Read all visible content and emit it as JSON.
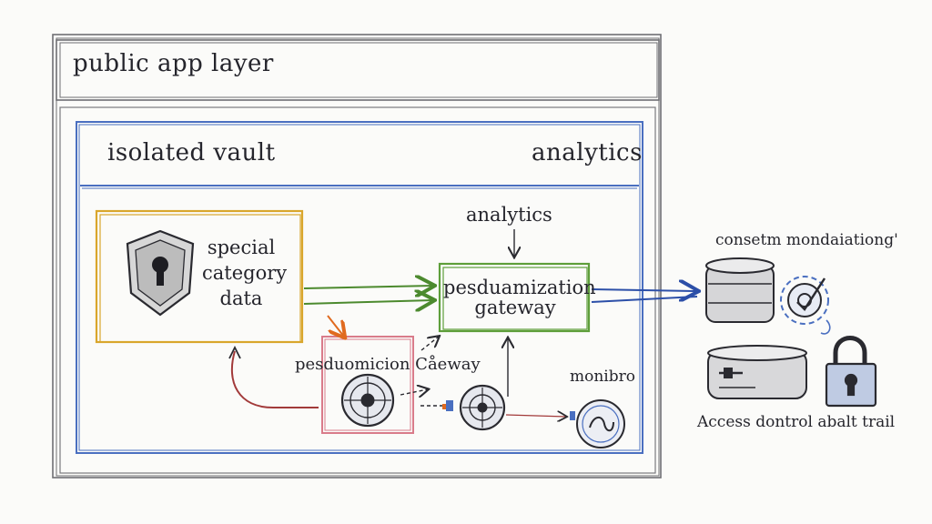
{
  "layers": {
    "public_app_layer": "public app layer",
    "isolated_vault": "isolated vault",
    "analytics_header": "analytics"
  },
  "nodes": {
    "special_category_data": [
      "special",
      "category",
      "data"
    ],
    "analytics_label": "analytics",
    "pseudonymization_gateway": [
      "pesduamization",
      "gateway"
    ],
    "pseudonymization_gateway_lower": "pesduomicion Cåeway",
    "monitor": "monibro",
    "consent_management": "consetm mondaiationg'",
    "access_control_audit": "Access dontrol abalt trail"
  },
  "icons": {
    "shield": "shield-keyhole-icon",
    "vault_disk_1": "vault-disk-icon",
    "vault_disk_2": "vault-disk-icon",
    "monitor": "monitor-icon",
    "database": "database-stack-icon",
    "consent_gear": "gear-check-icon",
    "storage": "storage-drive-icon",
    "lock": "padlock-icon"
  },
  "colors": {
    "frame": "#6f6f73",
    "vault_border": "#4a6fc0",
    "special_data": "#d9a62c",
    "gateway": "#5e9e3a",
    "lower_gateway": "#d97b8a",
    "arrow_red": "#a23a3a",
    "arrow_blue": "#2c4fa8",
    "arrow_orange": "#e06a1f",
    "ink": "#2a2a30"
  }
}
